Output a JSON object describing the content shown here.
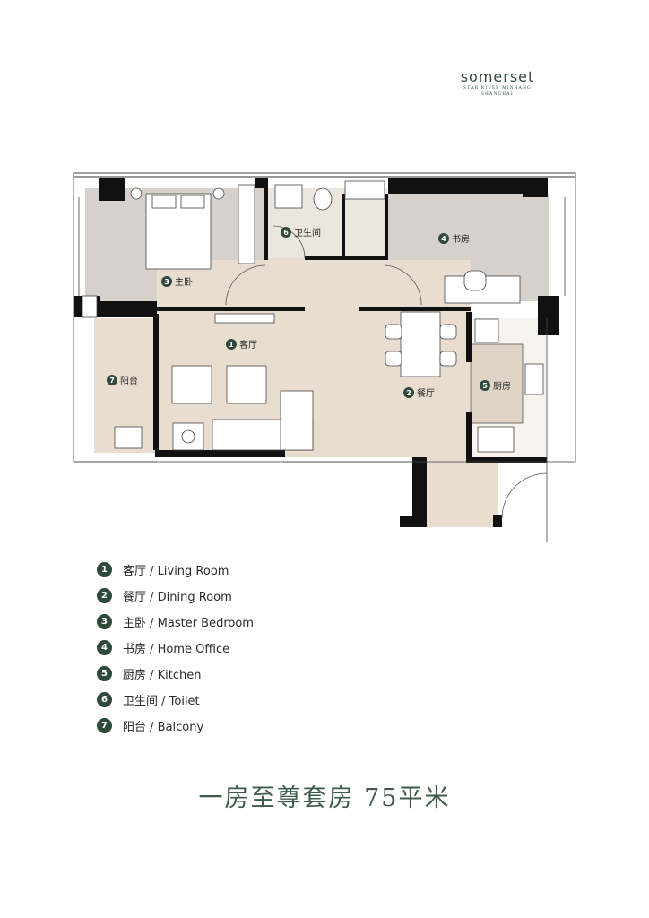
{
  "brand": {
    "name": "somerset",
    "line1": "STAR RIVER MINHANG",
    "line2": "SHANGHAI"
  },
  "plan": {
    "rooms": [
      {
        "num": "1",
        "label": "客厅"
      },
      {
        "num": "2",
        "label": "餐厅"
      },
      {
        "num": "3",
        "label": "主卧"
      },
      {
        "num": "4",
        "label": "书房"
      },
      {
        "num": "5",
        "label": "厨房"
      },
      {
        "num": "6",
        "label": "卫生间"
      },
      {
        "num": "7",
        "label": "阳台"
      }
    ]
  },
  "legend": [
    {
      "num": "1",
      "label": "客厅 / Living Room"
    },
    {
      "num": "2",
      "label": "餐厅 / Dining Room"
    },
    {
      "num": "3",
      "label": "主卧 / Master Bedroom"
    },
    {
      "num": "4",
      "label": "书房 / Home Office"
    },
    {
      "num": "5",
      "label": "厨房 / Kitchen"
    },
    {
      "num": "6",
      "label": "卫生间 / Toilet"
    },
    {
      "num": "7",
      "label": "阳台 / Balcony"
    }
  ],
  "title": "一房至尊套房 75平米",
  "colors": {
    "accent": "#2f4a3a",
    "floor_beige": "#e9ddd0",
    "floor_grey": "#d6d1cb",
    "wall": "#111111"
  }
}
